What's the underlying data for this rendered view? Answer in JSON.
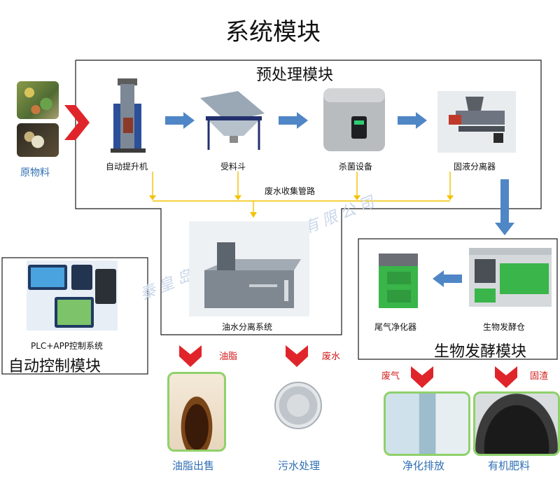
{
  "title": "系统模块",
  "modules": {
    "pretreatment": "预处理模块",
    "fermentation": "生物发酵模块",
    "control": "自动控制模块"
  },
  "input_label": "原物料",
  "equipment": {
    "lift": "自动提升机",
    "hopper": "受料斗",
    "sterilizer": "杀菌设备",
    "separator": "固液分离器",
    "oil_water": "油水分离系统",
    "exhaust": "尾气净化器",
    "fermenter": "生物发酵仓",
    "plc": "PLC+APP控制系统"
  },
  "pipe_label": "废水收集管路",
  "watermark": "秦皇岛鹭翔环保科技有限公司",
  "outputs": {
    "oil_tag": "油脂",
    "wastewater_tag": "废水",
    "gas_tag": "废气",
    "residue_tag": "固渣",
    "oil_sale": "油脂出售",
    "sewage": "污水处理",
    "purify": "净化排放",
    "fertilizer": "有机肥料"
  },
  "colors": {
    "red_arrow": "#e0252a",
    "blue_arrow": "#4f86c6",
    "yellow_line": "#f2c200",
    "green_border": "#8fd16a",
    "label_blue": "#2f6fb3",
    "label_red": "#d11a1a"
  }
}
